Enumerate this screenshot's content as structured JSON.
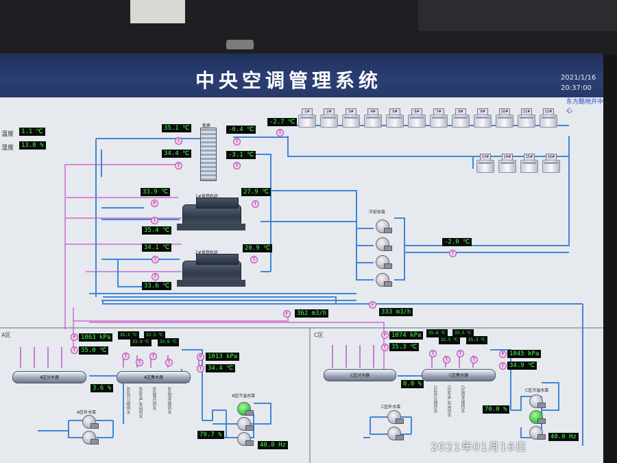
{
  "app": {
    "title": "中央空调管理系统",
    "date": "2021/1/16",
    "time": "20:37:00",
    "company": "东方酷地开中心"
  },
  "environment": {
    "temp_label": "温度",
    "temp_value": "1.1 ℃",
    "humidity_label": "湿度",
    "humidity_value": "13.8 %"
  },
  "plate_hx": {
    "label": "板换",
    "in_left": "35.1 ℃",
    "out_left": "34.4 ℃",
    "in_right": "-0.4 ℃",
    "out_right": "-3.1 ℃",
    "top": "-2.7 ℃"
  },
  "cooling_towers": [
    "1#",
    "2#",
    "3#",
    "4#",
    "5#",
    "6#",
    "7#",
    "8#",
    "9#",
    "10#",
    "11#",
    "12#",
    "13#",
    "14#",
    "15#",
    "16#"
  ],
  "chiller1": {
    "label": "1#直燃机组",
    "in": "33.9 ℃",
    "out": "35.4 ℃",
    "right": "27.9 ℃"
  },
  "chiller2": {
    "label": "2#直燃机组",
    "in": "34.1 ℃",
    "out": "33.6 ℃",
    "right": "20.9 ℃"
  },
  "cooling_pump": {
    "label": "冷却水泵",
    "temp": "-2.0 ℃"
  },
  "flows": {
    "left": "362 m3/h",
    "right": "333 m3/h"
  },
  "zone_a": {
    "label": "A区",
    "press": "1063 kPa",
    "temp": "35.0 ℃",
    "dist": "A区分水器",
    "coll": "A区集水器",
    "valve": "3.6 %",
    "coll_temps": [
      "35.3 ℃",
      "33.9 ℃",
      "33.5 ℃",
      "33.6 ℃"
    ],
    "ret_press": "1013 kPa",
    "ret_temp": "34.4 ℃",
    "branch_labels": [
      "A区办公楼供水",
      "A区生产车间回水",
      "A区餐厅回水",
      "A区宿舍楼回水"
    ],
    "makeup_pump": "A区补水泵",
    "circ_pump": "A区冷温水泵",
    "pump_pct": "79.7 %",
    "pump_hz": "40.0 Hz"
  },
  "zone_c": {
    "label": "C区",
    "press": "1074 kPa",
    "temp": "35.3 ℃",
    "dist": "C区分水器",
    "coll": "C区集水器",
    "valve": "0.0 %",
    "coll_temps": [
      "35.6 ℃",
      "32.5 ℃",
      "33.5 ℃",
      "35.3 ℃"
    ],
    "ret_press": "1045 kPa",
    "ret_temp": "34.9 ℃",
    "branch_labels": [
      "C区办公楼回水",
      "C区生产车间回水",
      "C区宿舍楼回水"
    ],
    "makeup_pump": "C区补水泵",
    "circ_pump": "C区冷温水泵",
    "pump_pct": "70.0 %",
    "pump_hz": "40.0 Hz"
  },
  "photo_stamp": "2021年01月16日"
}
